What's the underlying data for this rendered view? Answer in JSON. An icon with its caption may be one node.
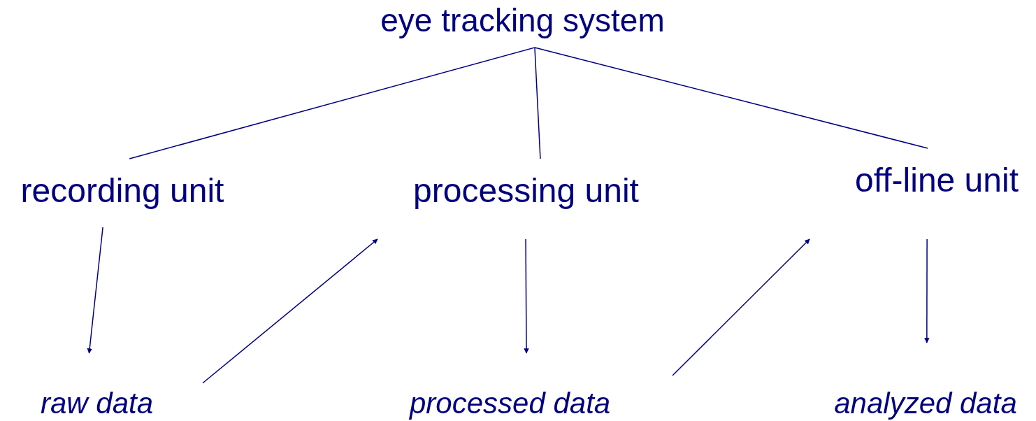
{
  "diagram": {
    "nodes": [
      {
        "text": [
          "eye tracking system"
        ]
      },
      {
        "text": [
          "recording unit"
        ]
      },
      {
        "text": [
          "processing unit"
        ]
      },
      {
        "text": [
          "off-line unit"
        ]
      },
      {
        "text": [
          "raw data"
        ]
      },
      {
        "text": [
          "processed data"
        ]
      },
      {
        "text": [
          "analyzed data"
        ]
      }
    ],
    "edges": [
      {
        "from": 0,
        "to": 1,
        "arrow": "none"
      },
      {
        "from": 0,
        "to": 2,
        "arrow": "none"
      },
      {
        "from": 0,
        "to": 3,
        "arrow": "none"
      },
      {
        "from": 1,
        "to": 4,
        "arrow": "to"
      },
      {
        "from": 4,
        "to": 2,
        "arrow": "to"
      },
      {
        "from": 2,
        "to": 5,
        "arrow": "to"
      },
      {
        "from": 5,
        "to": 3,
        "arrow": "to"
      },
      {
        "from": 3,
        "to": 6,
        "arrow": "to"
      }
    ]
  }
}
